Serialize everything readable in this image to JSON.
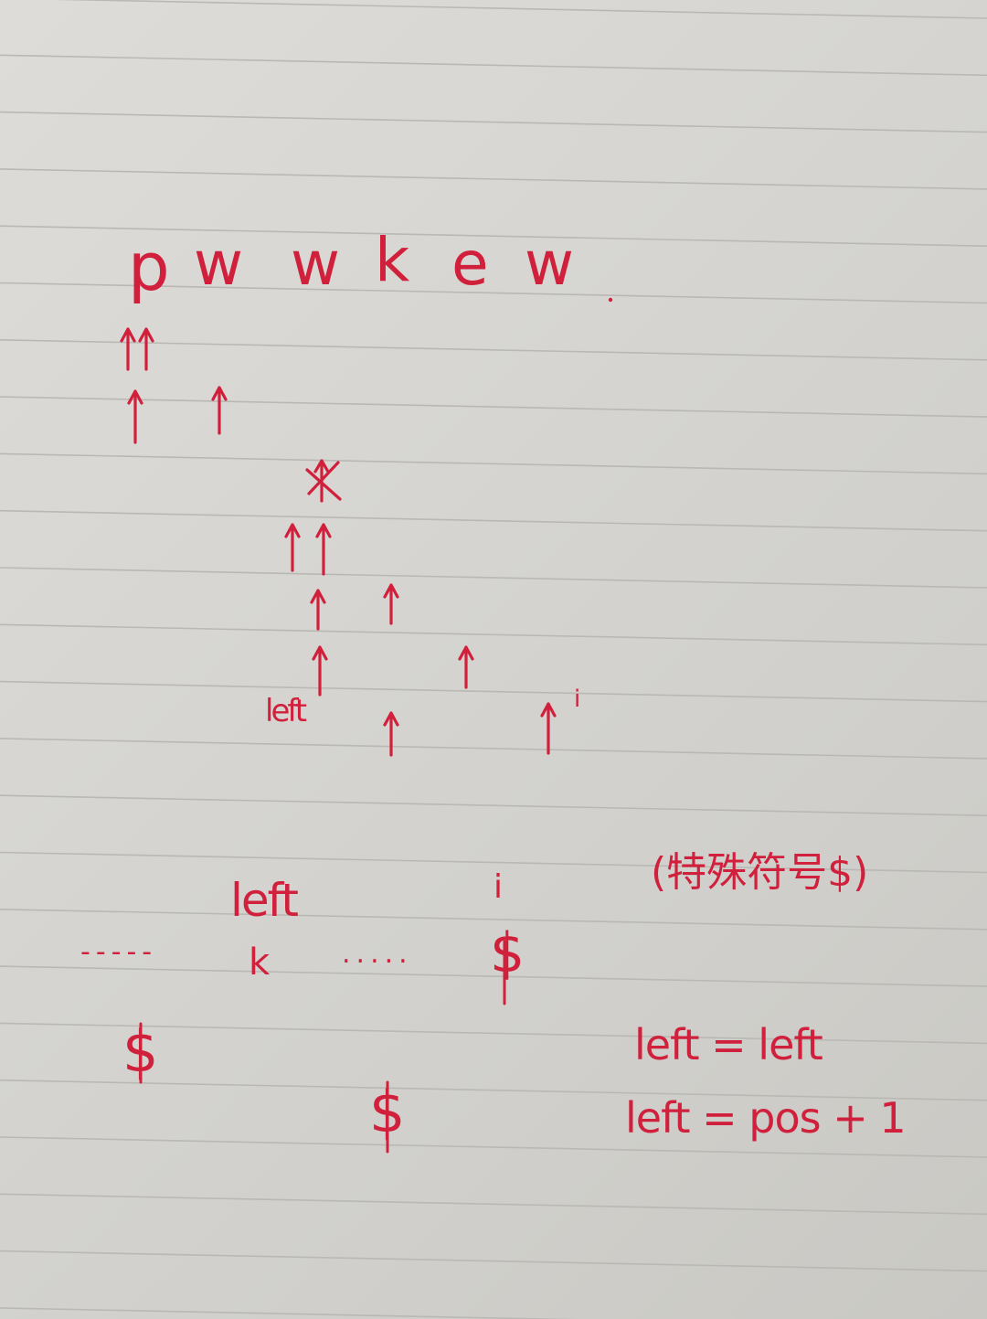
{
  "notebook": {
    "ink_color": "#d0203c",
    "paper_color": "#d6d5d1",
    "rule_color": "#b9b8b4"
  },
  "sequence": {
    "letters": [
      "p",
      "w",
      "w",
      "k",
      "e",
      "w"
    ]
  },
  "labels": {
    "left_label_upper": "left",
    "i_label_upper": "i",
    "left_label_lower": "left",
    "i_label_lower": "i",
    "k_char": "k",
    "special_note": "(特殊符号$)",
    "dollar": "$",
    "dots_left": "-----",
    "dots_right": ".....",
    "formula_1": "left = left",
    "formula_2": "left = pos + 1"
  }
}
